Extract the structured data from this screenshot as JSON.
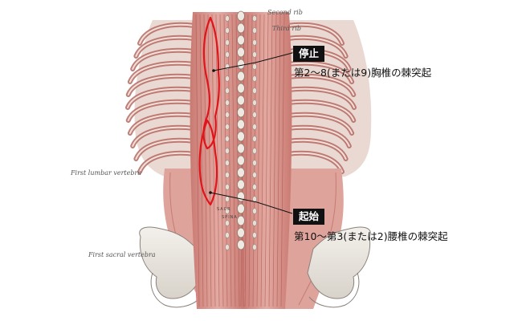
{
  "anatomy_labels": {
    "second_rib": "Second rib",
    "third_rib": "Third rib",
    "first_lumbar": "First lumbar vertebra",
    "first_sacral": "First sacral vertebra",
    "sacral_text": "SACR",
    "spina_text": "SPINA"
  },
  "insertion": {
    "tag": "停止",
    "description": "第2～8(または9)胸椎の棘突起"
  },
  "origin": {
    "tag": "起始",
    "description": "第10～第3(または2)腰椎の棘突起"
  },
  "colors": {
    "muscle": "#d9968e",
    "muscle_dark": "#b5615a",
    "bone": "#ece8e2",
    "highlight": "#e0141a",
    "leader_line": "#111111"
  }
}
